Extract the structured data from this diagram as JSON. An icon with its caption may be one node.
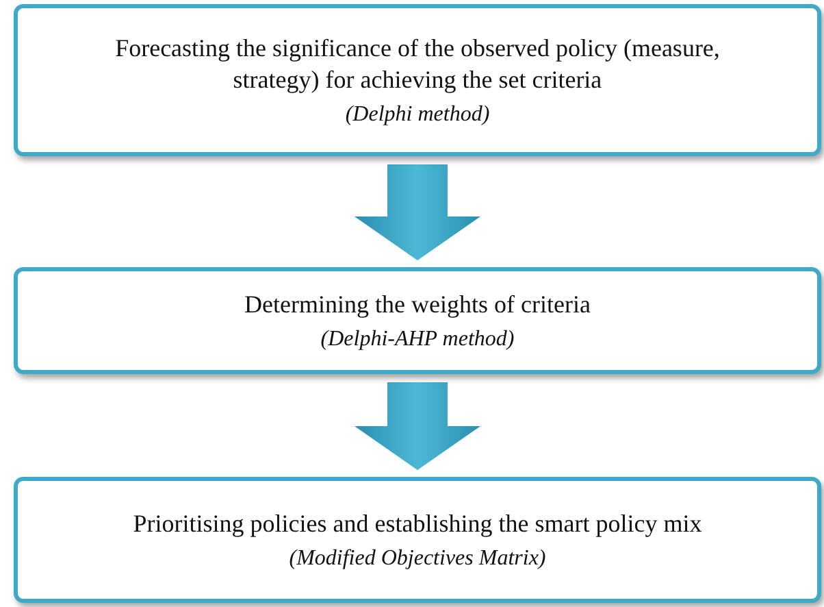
{
  "diagram": {
    "nodes": [
      {
        "text": [
          "Forecasting the significance of the observed policy (measure, strategy) for achieving the set criteria",
          "(Delphi method)"
        ]
      },
      {
        "text": [
          "Determining the weights of criteria",
          "(Delphi-AHP method)"
        ]
      },
      {
        "text": [
          "Prioritising policies and establishing the smart policy mix",
          "(Modified Objectives Matrix)"
        ]
      }
    ],
    "edges": [
      {
        "from": 0,
        "to": 1,
        "arrow": "to"
      },
      {
        "from": 1,
        "to": 2,
        "arrow": "to"
      }
    ]
  }
}
